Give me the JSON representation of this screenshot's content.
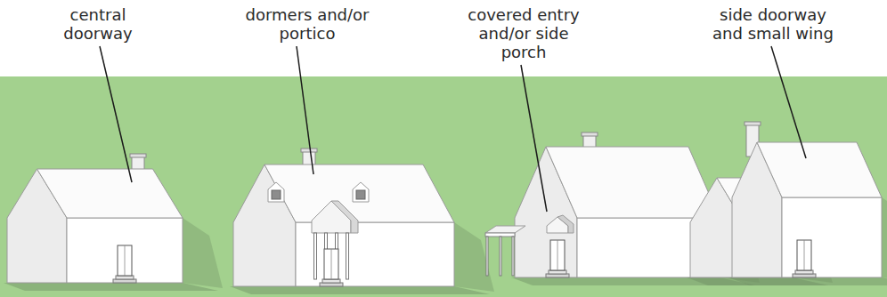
{
  "diagram": {
    "labels": [
      "central doorway",
      "dormers and/or portico",
      "covered entry and/or side porch",
      "side doorway and small wing"
    ]
  }
}
